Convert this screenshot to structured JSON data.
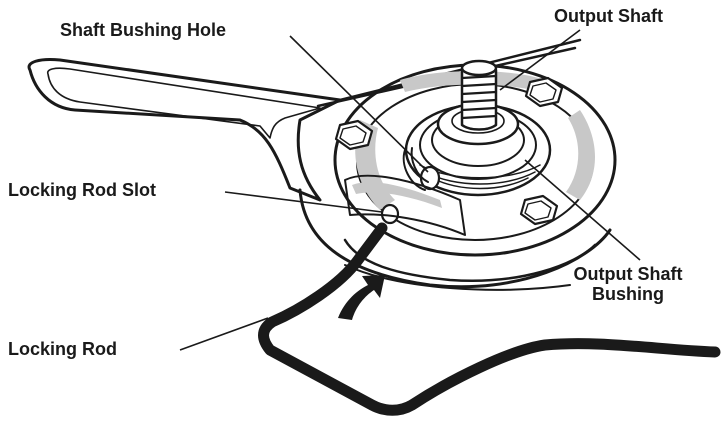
{
  "labels": {
    "shaft_bushing_hole": "Shaft Bushing Hole",
    "output_shaft": "Output Shaft",
    "locking_rod_slot": "Locking Rod Slot",
    "output_shaft_bushing_line1": "Output Shaft",
    "output_shaft_bushing_line2": "Bushing",
    "locking_rod": "Locking Rod"
  },
  "colors": {
    "ink": "#1a1a1a",
    "background": "#ffffff",
    "shade": "#c8c8c8"
  }
}
